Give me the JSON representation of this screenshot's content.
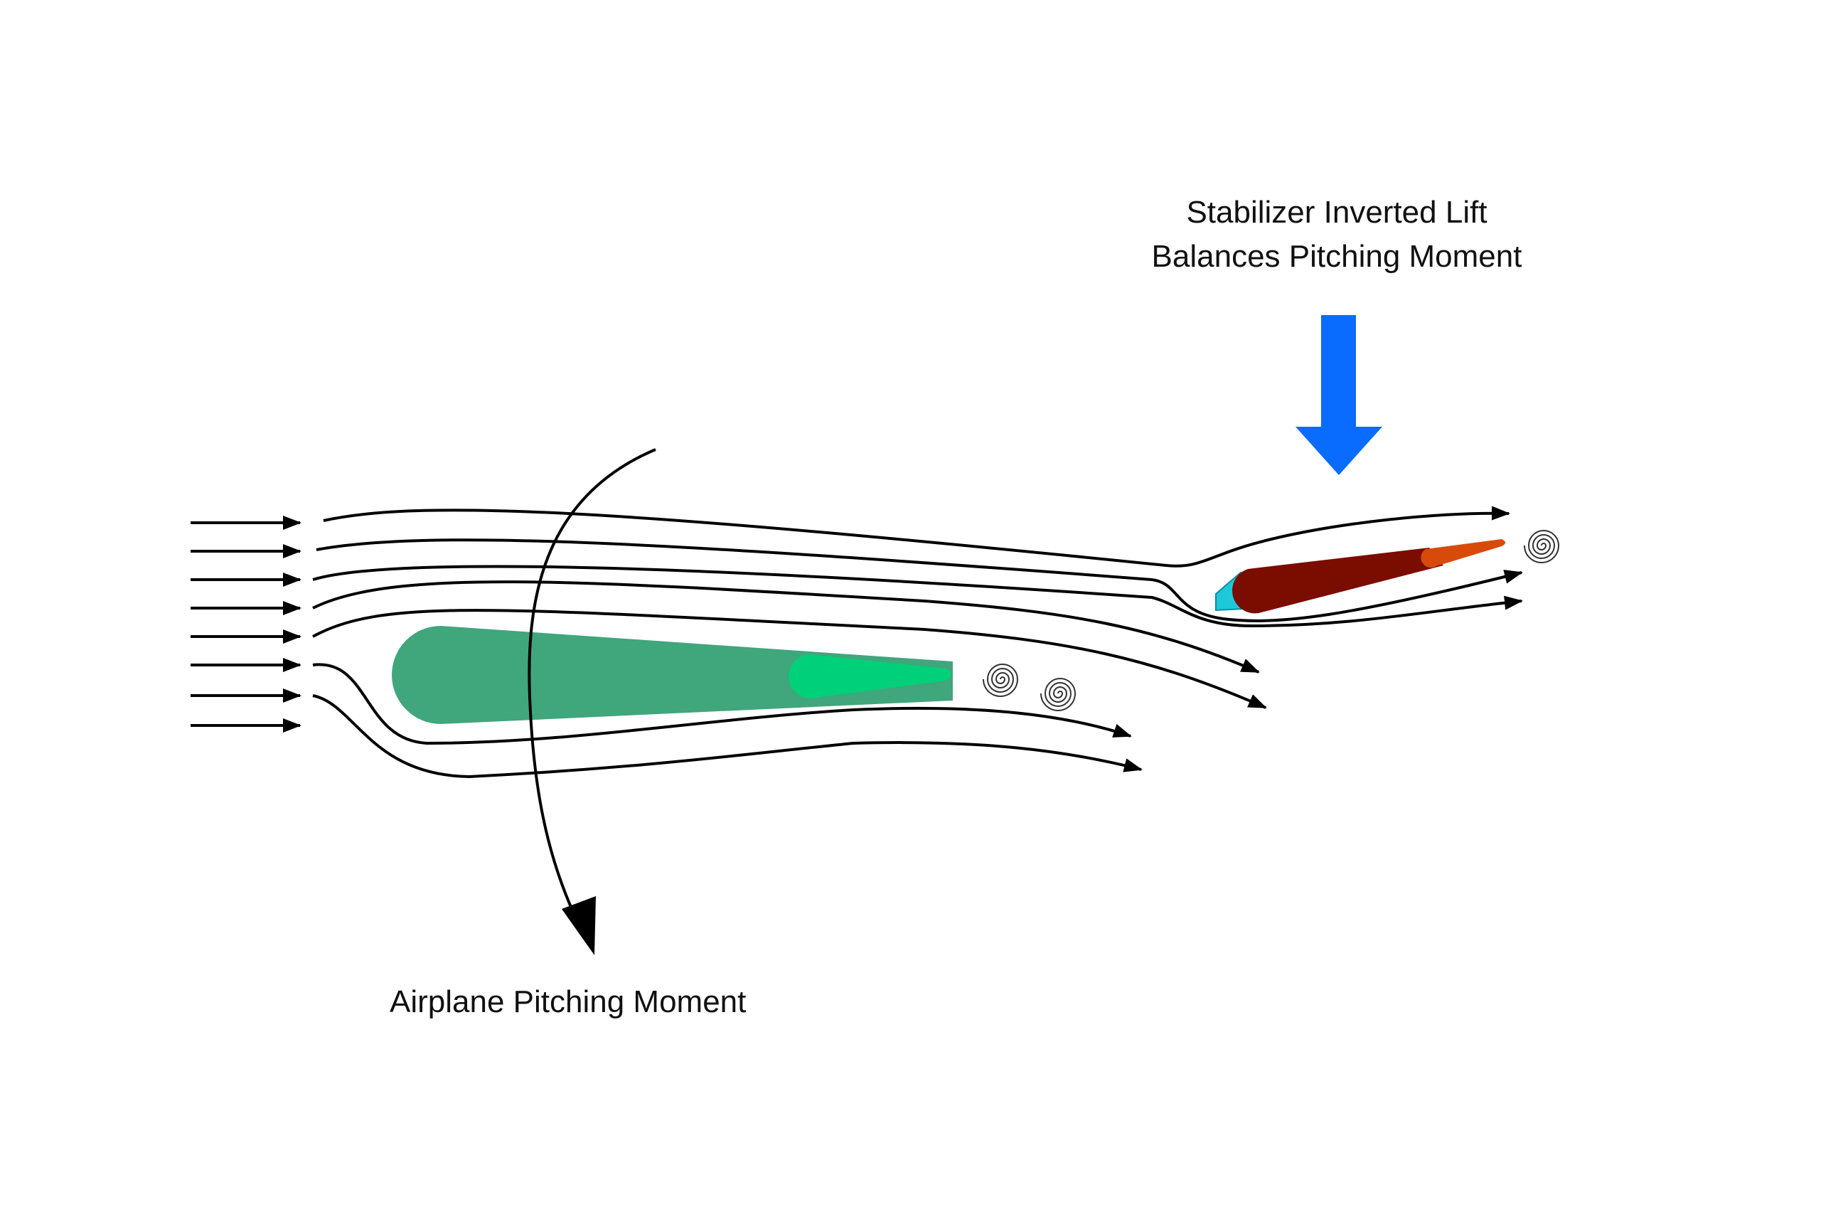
{
  "labels": {
    "stabilizer_line1": "Stabilizer Inverted Lift",
    "stabilizer_line2": "Balances Pitching Moment",
    "pitching_moment": "Airplane Pitching Moment"
  },
  "colors": {
    "background": "#ffffff",
    "streamline": "#000000",
    "main_wing_body": "#40a67c",
    "main_wing_tip": "#00d07a",
    "stabilizer_body": "#7a0c00",
    "stabilizer_tip": "#d84a0a",
    "stabilizer_leading_edge": "#1ec8d8",
    "lift_arrow": "#0a6cff",
    "vortex": "#333333"
  },
  "icons": {
    "main_wake": "vortex-spiral-icon",
    "stabilizer_wake": "vortex-spiral-icon",
    "flow": "arrow-right-icon",
    "lift": "arrow-down-icon",
    "moment": "curved-arrow-icon"
  }
}
